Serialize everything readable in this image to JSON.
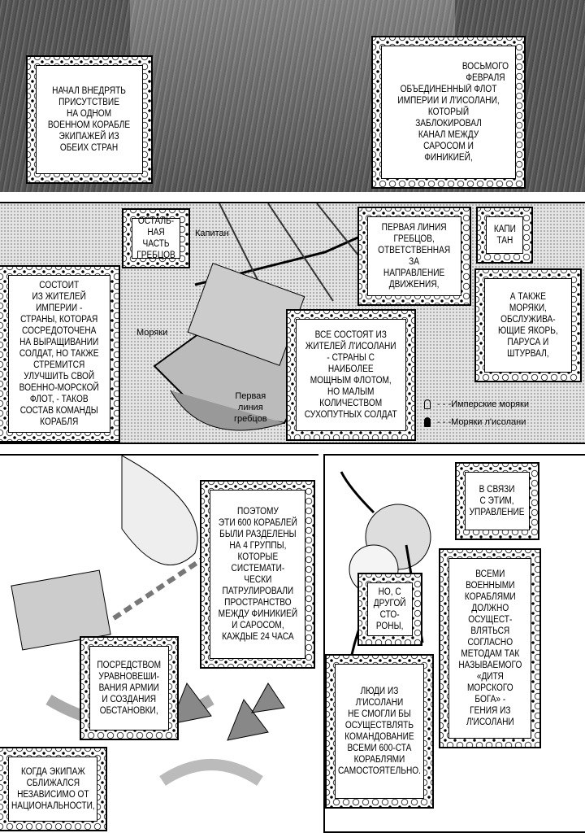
{
  "panel1": {
    "box_left": "Начал внедрять\nприсутствие\nна одном\nвоенном корабле\nэкипажей из\nобеих стран",
    "box_right": "Объединенный флот империи и л'исолани,\nкоторый\nзаблокировал\nканал между\nсаросом и\nфиникией,",
    "box_right_top": "восьмого\nфевраля"
  },
  "panel2": {
    "box_rest_top": "осталь-\nная\nчасть\nгребцов",
    "box_rest": "состоит\nиз жителей\nимперии -\nстраны, которая\nсосредоточена\nна выращивании\nсолдат, но также\nстремится\nулучшить свой\nвоенно-морской\nфлот, - таков\nсостав команды\nкорабля",
    "label_captain": "Капитан",
    "label_sailors": "Моряки",
    "label_first_line": "Первая\nлиния\nгребцов",
    "box_first_line": "Первая линия\nгребцов,\nответственная\nза\nнаправление\nдвижения,",
    "box_captain": "капи\nтан",
    "box_also": "А также\nморяки,\nобслужива-\nющие якорь,\nпаруса и\nштурвал,",
    "box_all": "Все состоят из\nжителей л'исолани\n- страны с\nнаиболее\nмощным флотом,\nно малым\nколичеством\nсухопутных солдат",
    "legend": [
      {
        "label": "- - -Имперские моряки",
        "icon": "light-keyhole"
      },
      {
        "label": "- - -Моряки л'исолани",
        "icon": "dark-keyhole"
      }
    ]
  },
  "panel3": {
    "box_groups": "Поэтому\nэти 600 кораблей\nбыли разделены\nна 4 группы,\nкоторые\nсистемати-\nчески\nпатрулировали\nпространство\nмежду финикией\nи саросом,\nкаждые 24 часа",
    "box_balance": "Посредством\nуравновеши-\nвания армии\nи создания\nобстановки,",
    "box_crew": "Когда экипаж\nсближался\nнезависимо от\nнациональности,"
  },
  "panel4": {
    "box_connection": "В связи\nс этим,\nуправление",
    "box_ships": "всеми\nвоенными\nкораблями\nдолжно\nосущест-\nвляться\nсогласно\nметодам так\nназываемого\n«дитя\nморского\nбога» -\nгения из\nл'исолани",
    "box_other": "Но, с\nдругой\nсто-\nроны,",
    "box_people": "Люди из\nл'исолани\nне смогли бы\nосуществлять\nкомандование\nвсеми 600-ста\nкораблями\nсамостоятельно."
  }
}
